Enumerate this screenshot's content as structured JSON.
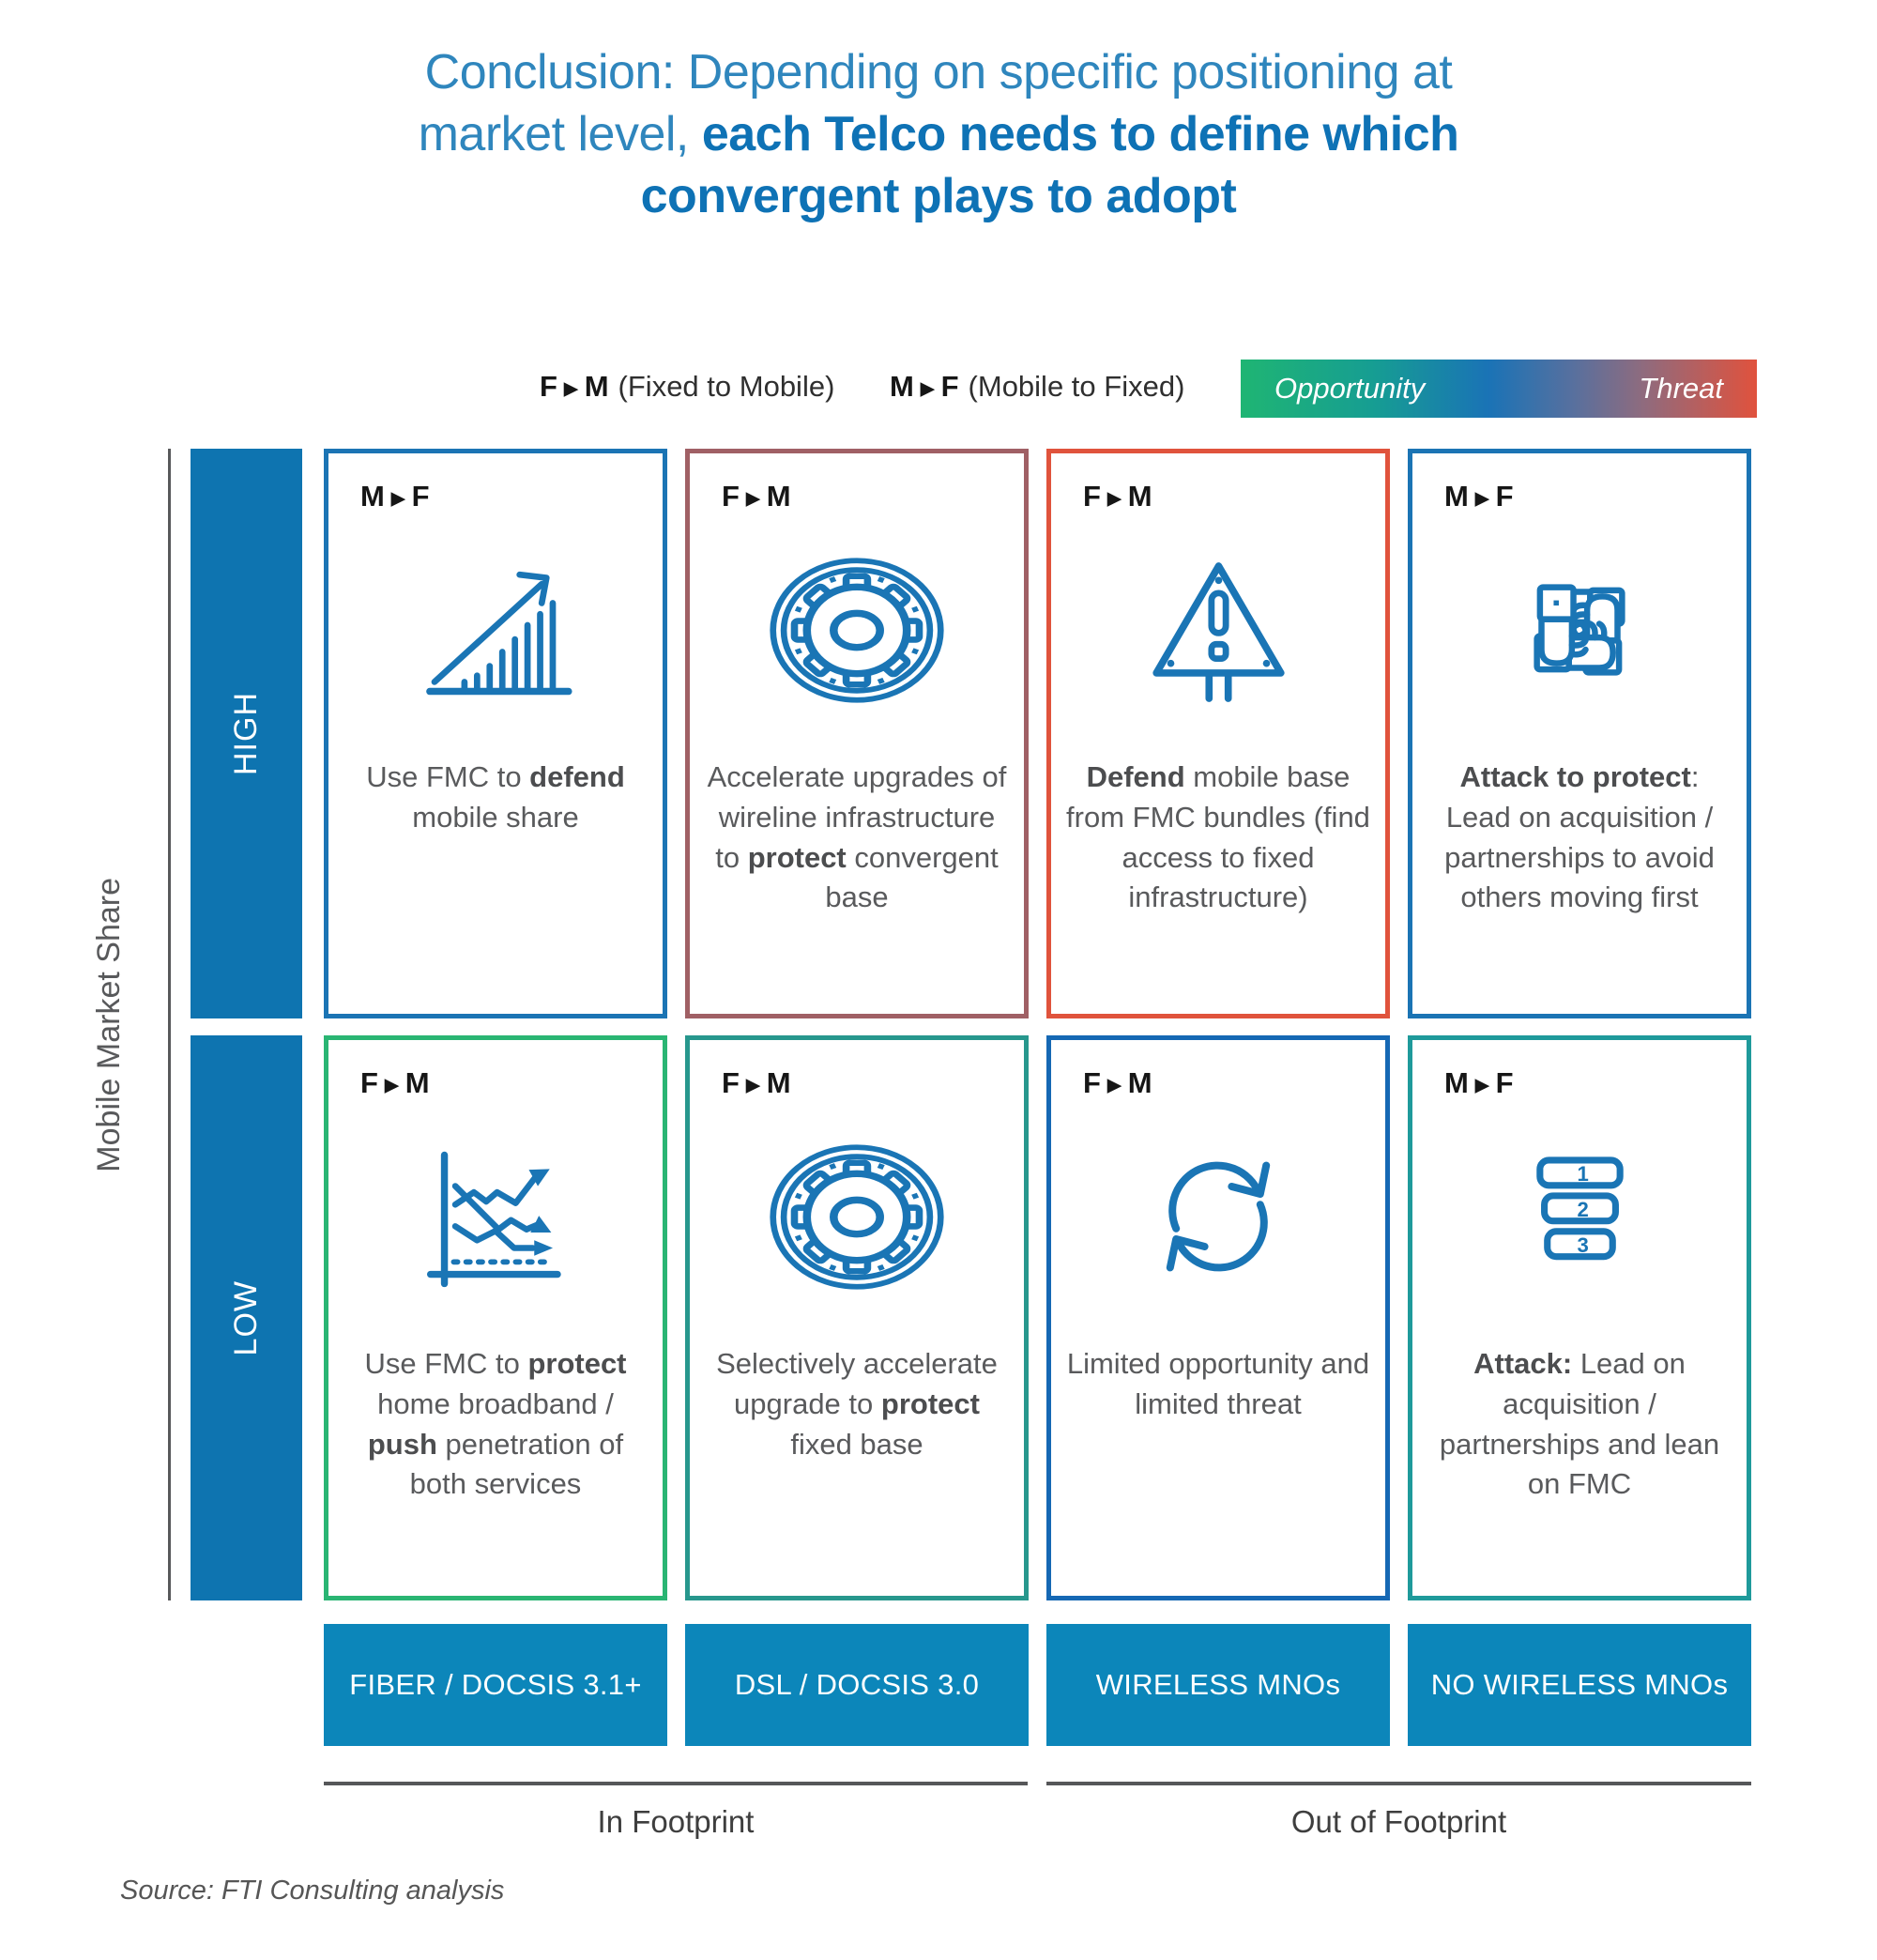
{
  "title": {
    "lines": [
      {
        "parts": [
          {
            "t": "Conclusion: Depending on specific positioning at",
            "b": 0
          }
        ]
      },
      {
        "parts": [
          {
            "t": "market level, ",
            "b": 0
          },
          {
            "t": "each Telco needs to define which",
            "b": 1
          }
        ]
      },
      {
        "parts": [
          {
            "t": "convergent plays to adopt",
            "b": 1
          }
        ]
      }
    ]
  },
  "legend": {
    "arrow": "▶",
    "items": [
      {
        "from": "F",
        "to": "M",
        "desc": "(Fixed to Mobile)"
      },
      {
        "from": "M",
        "to": "F",
        "desc": "(Mobile to Fixed)"
      }
    ],
    "gradient": {
      "left": "Opportunity",
      "right": "Threat",
      "colors": [
        "#1fb573",
        "#1a73b6",
        "#8f6b7e",
        "#e0523d"
      ]
    }
  },
  "axis": {
    "label": "Mobile Market Share",
    "high": "HIGH",
    "low": "LOW"
  },
  "cards": [
    {
      "id": "high-fiber",
      "tag": {
        "from": "M",
        "to": "F"
      },
      "icon": "growth-chart-icon",
      "border": "#1b74b4",
      "text": [
        {
          "t": "Use FMC to "
        },
        {
          "t": "defend",
          "b": 1
        },
        {
          "t": " mobile share"
        }
      ]
    },
    {
      "id": "high-dsl",
      "tag": {
        "from": "F",
        "to": "M"
      },
      "icon": "gear-icon",
      "border": "#a06065",
      "text": [
        {
          "t": "Accelerate upgrades of wireline infrastructure to "
        },
        {
          "t": "protect",
          "b": 1
        },
        {
          "t": " convergent base"
        }
      ]
    },
    {
      "id": "high-wireless-mnos",
      "tag": {
        "from": "F",
        "to": "M"
      },
      "icon": "warning-sign-icon",
      "border": "#e0533c",
      "text": [
        {
          "t": "Defend",
          "b": 1
        },
        {
          "t": " mobile base from FMC bundles (find access to fixed infrastructure)"
        }
      ]
    },
    {
      "id": "high-no-wireless-mnos",
      "tag": {
        "from": "M",
        "to": "F"
      },
      "icon": "hands-unity-icon",
      "border": "#1b74b4",
      "text": [
        {
          "t": "Attack to protect",
          "b": 1
        },
        {
          "t": ": Lead on acquisition / partnerships to avoid others moving first"
        }
      ]
    },
    {
      "id": "low-fiber",
      "tag": {
        "from": "F",
        "to": "M"
      },
      "icon": "trend-lines-icon",
      "border": "#2ab573",
      "text": [
        {
          "t": "Use FMC to "
        },
        {
          "t": "protect",
          "b": 1
        },
        {
          "t": " home broadband / "
        },
        {
          "t": "push",
          "b": 1
        },
        {
          "t": " penetration of both services"
        }
      ]
    },
    {
      "id": "low-dsl",
      "tag": {
        "from": "F",
        "to": "M"
      },
      "icon": "gear-icon",
      "border": "#27978d",
      "text": [
        {
          "t": "Selectively accelerate upgrade to "
        },
        {
          "t": "protect",
          "b": 1
        },
        {
          "t": " fixed base"
        }
      ]
    },
    {
      "id": "low-wireless-mnos",
      "tag": {
        "from": "F",
        "to": "M"
      },
      "icon": "sync-arrows-icon",
      "border": "#1568b4",
      "text": [
        {
          "t": "Limited opportunity and limited threat"
        }
      ]
    },
    {
      "id": "low-no-wireless-mnos",
      "tag": {
        "from": "M",
        "to": "F"
      },
      "icon": "priority-list-icon",
      "border": "#1f9a9b",
      "text": [
        {
          "t": "Attack:",
          "b": 1
        },
        {
          "t": " Lead on acquisition / partnerships and lean on FMC"
        }
      ]
    }
  ],
  "icon_labels": {
    "priority": [
      "1",
      "2",
      "3"
    ]
  },
  "columns": [
    "FIBER / DOCSIS 3.1+",
    "DSL / DOCSIS 3.0",
    "WIRELESS MNOs",
    "NO WIRELESS MNOs"
  ],
  "footprint": {
    "in_label": "In Footprint",
    "out_label": "Out of Footprint"
  },
  "source": "Source: FTI Consulting analysis",
  "colors": {
    "bar_blue": "#0e74b0",
    "header_blue": "#0c86ba",
    "icon_blue": "#1a75b5",
    "title_blue": "#0e72b5",
    "text_gray": "#595a5c"
  }
}
